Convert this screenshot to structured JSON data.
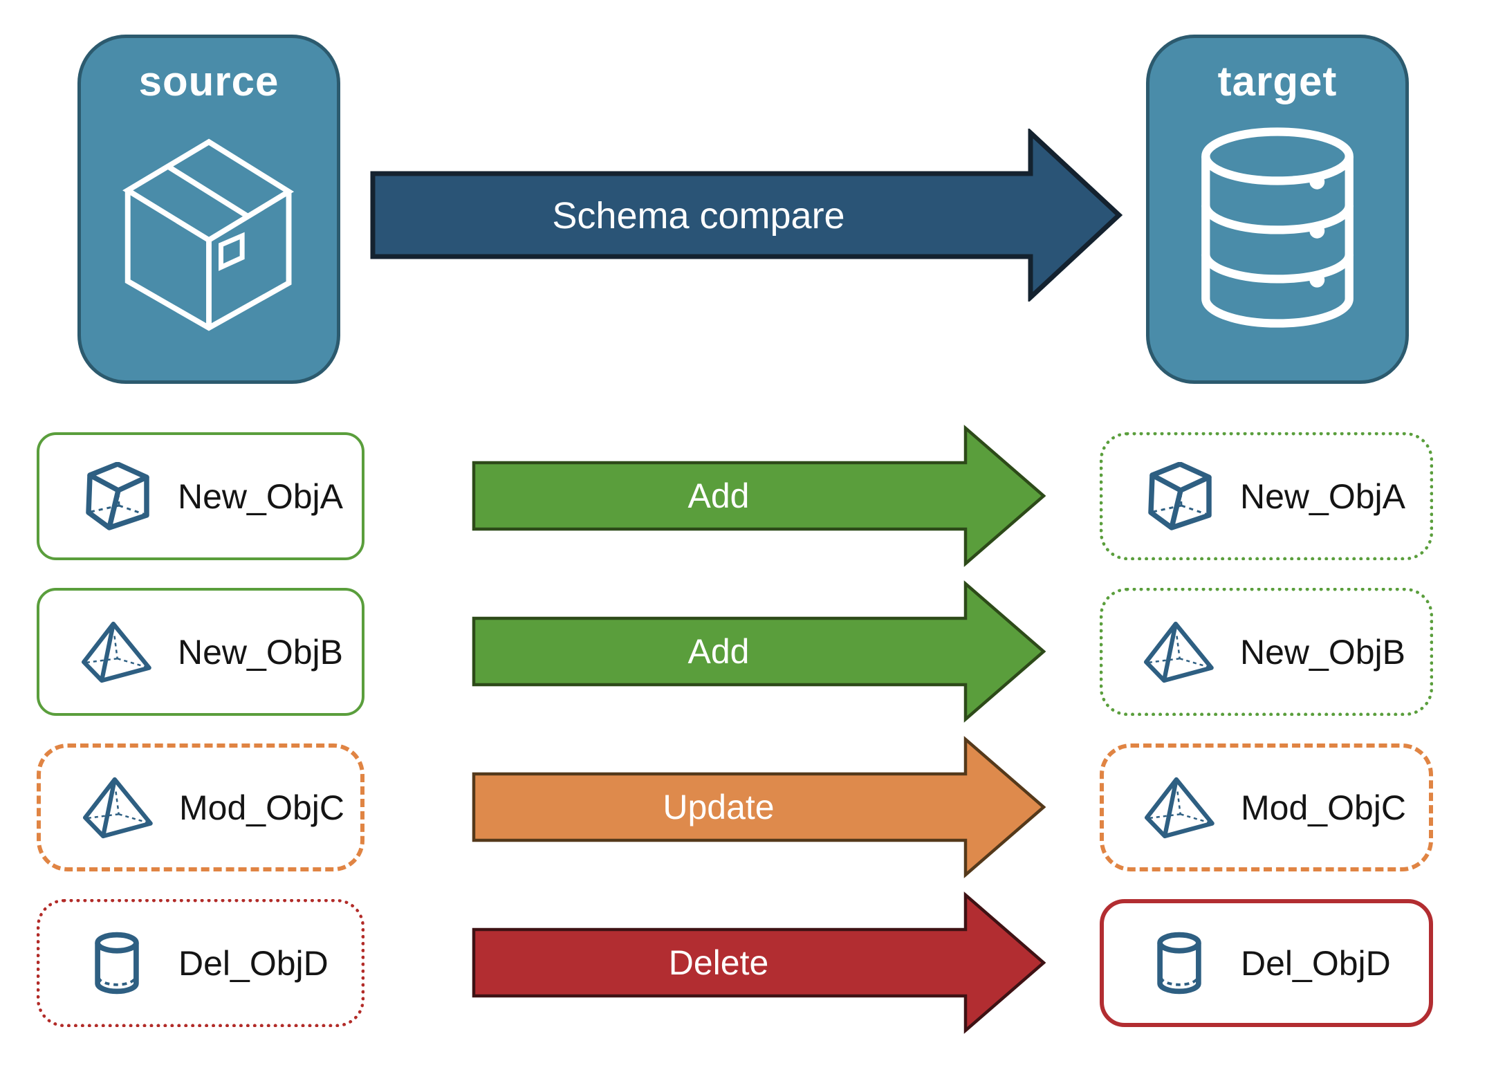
{
  "source": {
    "title": "source",
    "icon": "package-icon"
  },
  "target": {
    "title": "target",
    "icon": "database-icon"
  },
  "compare_arrow": {
    "label": "Schema compare"
  },
  "rows": [
    {
      "left": {
        "label": "New_ObjA",
        "icon": "cube-icon",
        "border": "solid-green"
      },
      "arrow": {
        "label": "Add",
        "color": "green"
      },
      "right": {
        "label": "New_ObjA",
        "icon": "cube-icon",
        "border": "dotted-green"
      }
    },
    {
      "left": {
        "label": "New_ObjB",
        "icon": "pyramid-icon",
        "border": "solid-green"
      },
      "arrow": {
        "label": "Add",
        "color": "green"
      },
      "right": {
        "label": "New_ObjB",
        "icon": "pyramid-icon",
        "border": "dotted-green"
      }
    },
    {
      "left": {
        "label": "Mod_ObjC",
        "icon": "pyramid-icon",
        "border": "dashed-orange"
      },
      "arrow": {
        "label": "Update",
        "color": "orange"
      },
      "right": {
        "label": "Mod_ObjC",
        "icon": "pyramid-icon",
        "border": "dashed-orange"
      }
    },
    {
      "left": {
        "label": "Del_ObjD",
        "icon": "cylinder-icon",
        "border": "dotted-red"
      },
      "arrow": {
        "label": "Delete",
        "color": "red"
      },
      "right": {
        "label": "Del_ObjD",
        "icon": "cylinder-icon",
        "border": "solid-red"
      }
    }
  ],
  "colors": {
    "node-fill": "#4A8CA9",
    "node-border": "#2C5A6E",
    "icon-blue": "#2E5F82",
    "compare-fill": "#2A5476",
    "compare-border": "#14222F",
    "green": "#5A9E3C",
    "green-dark": "#2D4A19",
    "orange": "#DE8A4C",
    "orange-dark": "#54391B",
    "orange-line": "#E08443",
    "red": "#B22D31",
    "red-dark": "#3E1214",
    "red-line": "#B22B28",
    "label-text": "#141414"
  }
}
